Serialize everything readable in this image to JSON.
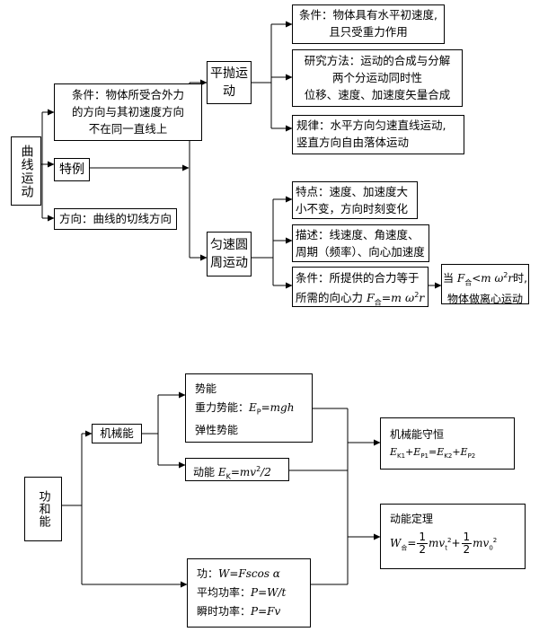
{
  "diagram1": {
    "root": "曲线运动",
    "condition": {
      "lines": [
        "条件：物体所受合外力",
        "的方向与其初速度方向",
        "不在同一直线上"
      ]
    },
    "special": "特例",
    "direction": "方向：曲线的切线方向",
    "projectile": {
      "label": "平抛运动",
      "condition": [
        "条件：物体具有水平初速度,",
        "且只受重力作用"
      ],
      "method": [
        "研究方法：运动的合成与分解",
        "两个分运动同时性",
        "位移、速度、加速度矢量合成"
      ],
      "law": [
        "规律：水平方向匀速直线运动,",
        "竖直方向自由落体运动"
      ]
    },
    "circular": {
      "label": "匀速圆周运动",
      "feature": [
        "特点：速度、加速度大",
        "小不变，方向时刻变化"
      ],
      "description": [
        "描述：线速度、角速度、",
        "周期（频率）、向心加速度"
      ],
      "condition": {
        "line1": "条件：所提供的合力等于",
        "line2_prefix": "所需的向心力",
        "f": "F",
        "sub": "合",
        "eq": "=m ω",
        "sup": "2",
        "r": "r"
      },
      "centrifugal": {
        "prefix": "当",
        "f": "F",
        "sub": "合",
        "rel": "<m ω",
        "sup": "2",
        "r": "r",
        "suffix": "时,",
        "line2": "物体做离心运动"
      }
    }
  },
  "diagram2": {
    "root": "功和能",
    "mechanical": "机械能",
    "potential": {
      "title": "势能",
      "gravity_prefix": "重力势能：",
      "ep": "E",
      "ep_sub": "P",
      "gravity_eq": "=mgh",
      "elastic": "弹性势能"
    },
    "kinetic": {
      "prefix": "动能",
      "ek": "E",
      "ek_sub": "K",
      "eq": "=mv",
      "sup": "2",
      "tail": "/2"
    },
    "conservation": {
      "title": "机械能守恒",
      "e": "E",
      "k1": "K1",
      "p1": "P1",
      "k2": "K2",
      "p2": "P2",
      "plus": "+",
      "equals": "="
    },
    "theorem": {
      "title": "动能定理",
      "w": "W",
      "w_sub": "合",
      "equals": "=",
      "one": "1",
      "two": "2",
      "mv": "mv",
      "t_sub": "t",
      "zero_sub": "0",
      "sq": "2",
      "plus": "+"
    },
    "work": {
      "work_prefix": "功：",
      "work_eq": "W=Fscos α",
      "avg_prefix": "平均功率：",
      "avg_eq": "P=W/t",
      "inst_prefix": "瞬时功率：",
      "inst_eq": "P=Fv"
    }
  }
}
